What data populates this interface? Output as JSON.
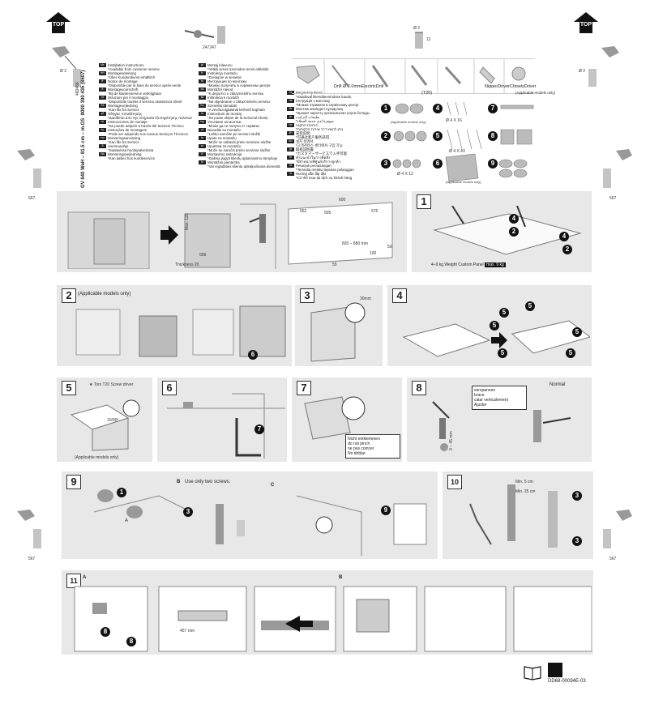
{
  "header": {
    "top_badge": "TOP",
    "mark_247247": "247247",
    "dim_d2": "Ø 2",
    "dim_12": "12"
  },
  "vertical_title": "GV 640 WeH – 81.5 cm – m.GS",
  "vertical_code": "9000 390 435 (8607)",
  "part_number_left": "460466",
  "side_dims": {
    "left": "567",
    "right": "567"
  },
  "languages": {
    "col1": [
      {
        "tag": "de",
        "line1": "Installation instructions",
        "line2": "*Available from customer service"
      },
      {
        "tag": "en",
        "line1": "Montageanleitung",
        "line2": "*Über Kundendienst erhältlich"
      },
      {
        "tag": "fr",
        "line1": "Notice de montage",
        "line2": "*Disponible par le biais du service après-vente"
      },
      {
        "tag": "it",
        "line1": "Montagevoorschrift",
        "line2": "*Bij de klantenservice verkrijgbaar"
      },
      {
        "tag": "nl",
        "line1": "Istruzioni per il montaggio",
        "line2": "*Disponibile tramite il servizio assistenza clienti"
      },
      {
        "tag": "es",
        "line1": "Montagevejledning",
        "line2": "*Kan fås fra Service"
      },
      {
        "tag": "pt",
        "line1": "Οδηγίες τοποθέτησης",
        "line2": "*Διατίθεται από την υπηρεσία εξυπηρέτησης πελατών"
      },
      {
        "tag": "el",
        "line1": "Instrucciones de montaje",
        "line2": "*Se puede adquirir a través del Servicio Técnico"
      },
      {
        "tag": "sv",
        "line1": "Instruções de montagem",
        "line2": "*Pode ser adquirido nos nossos Serviços Técnicos"
      },
      {
        "tag": "no",
        "line1": "Monteringsanvisning",
        "line2": "*Kan fås fra Service"
      },
      {
        "tag": "fi",
        "line1": "Asennusohje",
        "line2": "*Saatavissa huoltopalvelusta"
      },
      {
        "tag": "da",
        "line1": "Monteringsvejledning",
        "line2": "*Kan købes hos kundeservice"
      }
    ],
    "col2": [
      {
        "tag": "pl",
        "line1": "Montaj kılavuzu",
        "line2": "*Yetkili servis üzerinden temin edilebilir"
      },
      {
        "tag": "tr",
        "line1": "Instrukcja montażu",
        "line2": "*Dostępne w serwisie"
      },
      {
        "tag": "ru",
        "line1": "Инструкция по монтажу",
        "line2": "*Можно получить в сервисном центре"
      },
      {
        "tag": "cs",
        "line1": "Montážní návod",
        "line2": "*K dispozici u zákaznického servisu"
      },
      {
        "tag": "sk",
        "line1": "Inštrukcia k montáži",
        "line2": "*Na objednanie u zákazníckeho servisu"
      },
      {
        "tag": "hu",
        "line1": "Szerelési útmutató",
        "line2": "*A vevőszolgálatnál kérhető kapható"
      },
      {
        "tag": "ro",
        "line1": "Instrucțiuni de montaj",
        "line2": "*Se poate obține de la Serviciul Clienți"
      },
      {
        "tag": "bg",
        "line1": "Упътване за монтаж",
        "line2": "*Може да се получи от сервиза"
      },
      {
        "tag": "sl",
        "line1": "Navodila za montažo",
        "line2": "*Lahko naročite pri servisni službi"
      },
      {
        "tag": "hr",
        "line1": "Upute za montažu",
        "line2": "*Može se nabaviti preko servisne službe"
      },
      {
        "tag": "sr",
        "line1": "Uputstva za montažu",
        "line2": "*Može se naručiti preko servisne službe"
      },
      {
        "tag": "lt",
        "line1": "Montavimo instrukcija",
        "line2": "*Galima įsigyti klientų aptarnavimo tarnyboje"
      },
      {
        "tag": "lv",
        "line1": "Montāžas pamācība",
        "line2": "*Var iegādāties klientu apkalpošanas dienestā"
      }
    ],
    "col3": [
      {
        "tag": "et",
        "line1": "Paigaldusjuhend",
        "line2": "*Saadaval klienditeeninduse kaudu"
      },
      {
        "tag": "uk",
        "line1": "Інструкція з монтажу",
        "line2": "*Можна отримати в сервісному центрі"
      },
      {
        "tag": "kk",
        "line1": "Монтаж жөніндегі нұсқаулық",
        "line2": "*Қызмет көрсету орталығынан алуға болады"
      },
      {
        "tag": "ar",
        "line1": "تعليمات التركيب",
        "line2": "*متوفرة لدى خدمة العملاء"
      },
      {
        "tag": "he",
        "line1": "הוראות התקנה",
        "line2": "*ניתן להשיג דרך שירות הלקוחות"
      },
      {
        "tag": "zh",
        "line1": "安装说明",
        "line2": "*可通过客户服务获得"
      },
      {
        "tag": "ko",
        "line1": "설치 설명서",
        "line2": "*고객서비스 센터에서 구입 가능"
      },
      {
        "tag": "ja",
        "line1": "取扱説明書",
        "line2": "*カスタマーサービスで入手可能"
      },
      {
        "tag": "th",
        "line1": "คำแนะนำในการติดตั้ง",
        "line2": "*มีจำหน่ายที่ศูนย์บริการลูกค้า"
      },
      {
        "tag": "id",
        "line1": "Petunjuk pemasangan",
        "line2": "*Tersedia melalui layanan pelanggan"
      },
      {
        "tag": "vi",
        "line1": "Hướng dẫn lắp đặt",
        "line2": "*Có thể mua tại dịch vụ khách hàng"
      }
    ]
  },
  "tools": {
    "drill": "Drill Ø 2.0mm",
    "electric": "ElectricDrill",
    "t20": "(T20)",
    "nipper": "NipperDriverChiselsDriver",
    "applicable": "(Applicable models only)"
  },
  "parts": {
    "screw_4x16": "Ø 4 X 16",
    "screw_4x43": "Ø 4 X 43",
    "screw_4x12": "Ø 4 X 12",
    "applicable1": "(Applicable models only)",
    "applicable2": "(Applicable models only)",
    "applicable3": "(Applicable models only)"
  },
  "step0": {
    "max_label": "Max. 120",
    "dim_599": "599",
    "thickness": "Thickness 20",
    "dims": [
      "600",
      "552",
      "595",
      "575",
      "820 – 880 mm",
      "100",
      "50",
      "55"
    ]
  },
  "step1": {
    "num": "1",
    "warning": "4–9 kg Weight Custom Panel",
    "max_kg": "max. 9 kg",
    "badges": [
      "4",
      "2",
      "4",
      "2"
    ]
  },
  "step2": {
    "num": "2",
    "note": "(Applicable models only)",
    "badge": "6"
  },
  "step3": {
    "num": "3",
    "dim": "30mm"
  },
  "step4": {
    "num": "4",
    "badges": [
      "5",
      "5",
      "5",
      "5",
      "5",
      "5"
    ]
  },
  "step5": {
    "num": "5",
    "note_top": "★ Torx T20 Screw driver",
    "note_bottom": "(Applicable models only)",
    "dim": "10/90°"
  },
  "step6": {
    "num": "6",
    "badge": "7"
  },
  "step7": {
    "num": "7",
    "warn_lines": [
      "Nicht einklemmen",
      "do not pinch",
      "ne pas coincer",
      "No doblar"
    ]
  },
  "step8": {
    "num": "8",
    "label_normal": "Normal",
    "adjust_lines": [
      "verspannen",
      "brace",
      "calar verticalement",
      "Ajuster"
    ],
    "dim_range": "0 – 45 mm"
  },
  "step9": {
    "num": "9",
    "sub_b": "B",
    "sub_c": "C",
    "b_note": "Use only two screws.",
    "badges": [
      "1",
      "3",
      "9"
    ],
    "sub_a": "A"
  },
  "step10": {
    "num": "10",
    "badges": [
      "3",
      "3"
    ],
    "dims": [
      "Min. 5 cm",
      "Min. 25 cm"
    ]
  },
  "step11": {
    "num": "11",
    "sub_a": "A",
    "sub_b": "B",
    "badges": [
      "8",
      "8"
    ],
    "dim": "457 mm"
  },
  "footer": {
    "code": "DD68-00094E-03"
  }
}
